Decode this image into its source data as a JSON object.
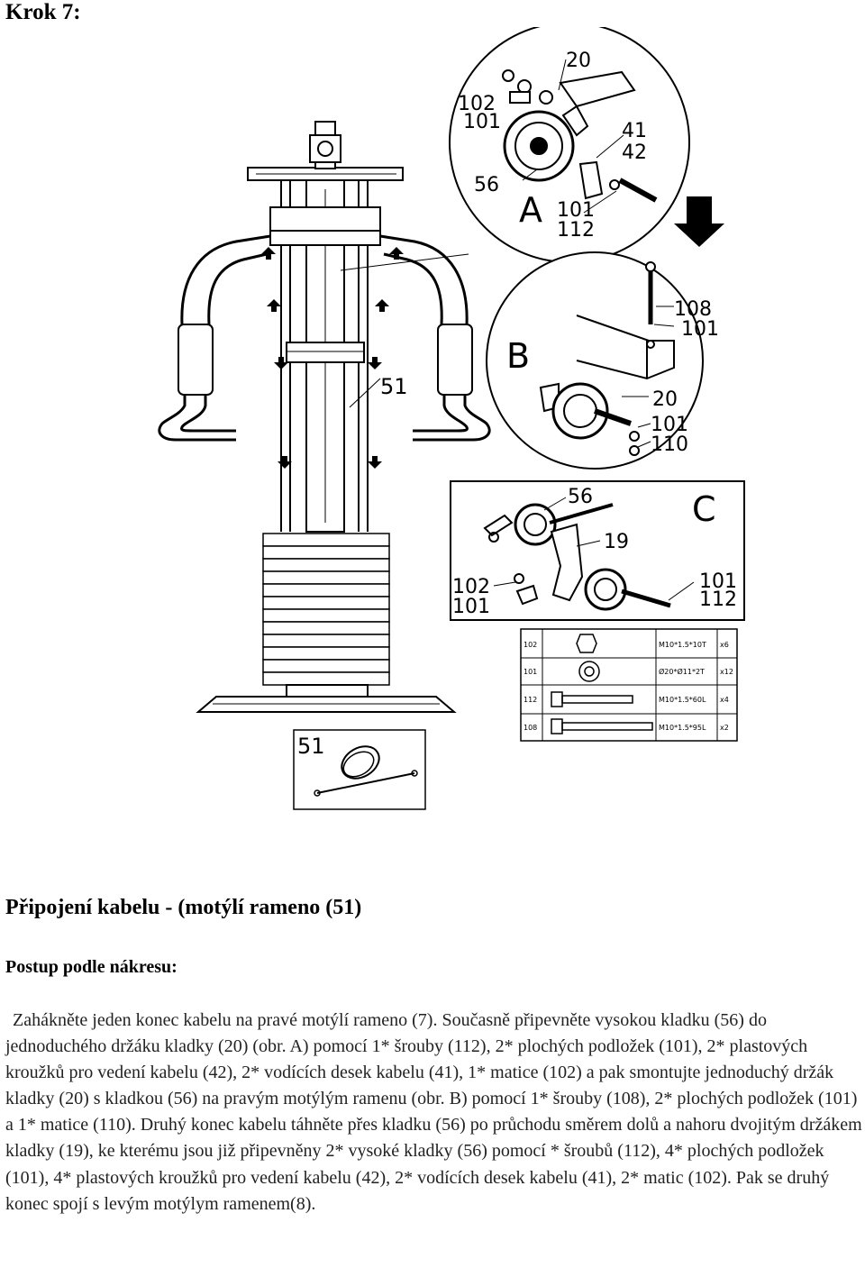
{
  "heading": "Krok 7:",
  "figure": {
    "callouts": {
      "a20": "20",
      "a102": "102",
      "a101": "101",
      "a41": "41",
      "a42": "42",
      "a56": "56",
      "aA": "A",
      "a101b": "101",
      "a112": "112",
      "b108": "108",
      "b101": "101",
      "bB": "B",
      "b20": "20",
      "b101b": "101",
      "b110": "110",
      "m51": "51",
      "c56": "56",
      "cC": "C",
      "c19": "19",
      "c102": "102",
      "c101": "101",
      "c101b": "101",
      "c112": "112",
      "inset51": "51"
    },
    "parts_table": [
      {
        "code": "102",
        "spec": "M10*1.5*10T",
        "qty": "x6"
      },
      {
        "code": "101",
        "spec": "Ø20*Ø11*2T",
        "qty": "x12"
      },
      {
        "code": "112",
        "spec": "M10*1.5*60L",
        "qty": "x4"
      },
      {
        "code": "108",
        "spec": "M10*1.5*95L",
        "qty": "x2"
      }
    ]
  },
  "section_title": "Připojení kabelu - (motýlí rameno (51)",
  "sub_title": "Postup podle nákresu:",
  "body": "Zahákněte jeden konec kabelu na pravé motýlí rameno (7). Současně připevněte vysokou kladku (56) do jednoduchého držáku kladky (20) (obr. A) pomocí 1* šrouby (112), 2* plochých podložek (101), 2* plastových kroužků  pro vedení kabelu (42), 2* vodících desek kabelu (41), 1* matice (102) a pak smontujte jednoduchý držák kladky (20) s kladkou (56) na pravým motýlým ramenu (obr. B) pomocí 1* šrouby (108), 2* plochých podložek (101) a 1* matice (110). Druhý konec kabelu táhněte přes kladku (56) po průchodu směrem dolů a nahoru dvojitým držákem kladky (19), ke kterému jsou již připevněny 2* vysoké kladky (56) pomocí * šroubů (112), 4* plochých podložek (101), 4* plastových kroužků pro vedení kabelu (42), 2* vodících desek kabelu (41), 2* matic (102). Pak se druhý konec spojí s levým motýlym ramenem(8)."
}
